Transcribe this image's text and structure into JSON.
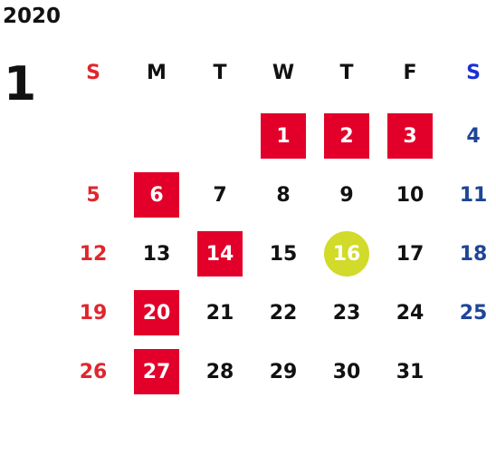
{
  "calendar": {
    "year": "2020",
    "month": "1",
    "weekdays": [
      "S",
      "M",
      "T",
      "W",
      "T",
      "F",
      "S"
    ],
    "weeks": [
      [
        {
          "day": ""
        },
        {
          "day": ""
        },
        {
          "day": ""
        },
        {
          "day": "1",
          "holiday": true
        },
        {
          "day": "2",
          "holiday": true
        },
        {
          "day": "3",
          "holiday": true
        },
        {
          "day": "4"
        }
      ],
      [
        {
          "day": "5"
        },
        {
          "day": "6",
          "holiday": true
        },
        {
          "day": "7"
        },
        {
          "day": "8"
        },
        {
          "day": "9"
        },
        {
          "day": "10"
        },
        {
          "day": "11"
        }
      ],
      [
        {
          "day": "12"
        },
        {
          "day": "13"
        },
        {
          "day": "14",
          "holiday": true
        },
        {
          "day": "15"
        },
        {
          "day": "16",
          "today": true
        },
        {
          "day": "17"
        },
        {
          "day": "18"
        }
      ],
      [
        {
          "day": "19"
        },
        {
          "day": "20",
          "holiday": true
        },
        {
          "day": "21"
        },
        {
          "day": "22"
        },
        {
          "day": "23"
        },
        {
          "day": "24"
        },
        {
          "day": "25"
        }
      ],
      [
        {
          "day": "26"
        },
        {
          "day": "27",
          "holiday": true
        },
        {
          "day": "28"
        },
        {
          "day": "29"
        },
        {
          "day": "30"
        },
        {
          "day": "31"
        },
        {
          "day": ""
        }
      ]
    ],
    "colors": {
      "sunday": "#e0262e",
      "saturday": "#1e4597",
      "saturday_header": "#1a2fd6",
      "holiday_bg": "#e2002a",
      "today_bg": "#d2da2a",
      "text": "#111111"
    }
  }
}
